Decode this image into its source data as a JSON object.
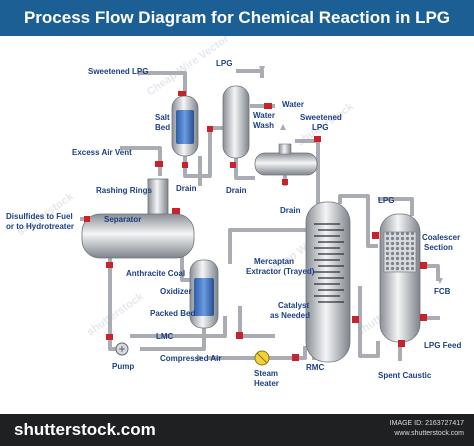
{
  "title": "Process Flow Diagram for Chemical Reaction in LPG",
  "labels": {
    "sweetened_lpg": "Sweetened LPG",
    "lpg_top": "LPG",
    "water": "Water",
    "salt": "Salt",
    "bed": "Bed",
    "water_l": "Water",
    "wash": "Wash",
    "sweetened2": "Sweetened",
    "lpg2": "LPG",
    "excess_air": "Excess Air Vent",
    "drain1": "Drain",
    "drain2": "Drain",
    "drain3": "Drain",
    "rashing": "Rashing Rings",
    "lpg_right": "LPG",
    "disulfides1": "Disulfides to Fuel",
    "disulfides2": "or to Hydrotreater",
    "separator": "Separator",
    "coalescer1": "Coalescer",
    "coalescer2": "Section",
    "anthracite": "Anthracite Coal",
    "mercaptan1": "Mercaptan",
    "mercaptan2": "Extractor (Trayed)",
    "oxidizer": "Oxidizer",
    "fcb": "FCB",
    "catalyst1": "Catalyst",
    "catalyst2": "as Needed",
    "packed": "Packed Bed",
    "lmc": "LMC",
    "lpg_feed": "LPG Feed",
    "compressed": "Compressed Air",
    "pump": "Pump",
    "steam1": "Steam",
    "steam2": "Heater",
    "rmc": "RMC",
    "spent": "Spent Caustic"
  },
  "watermarks": [
    "shutterstock",
    "Cheap Wire Vector"
  ],
  "footer": {
    "logo": "shutterstock.com",
    "image_id": "IMAGE ID: 2163727417",
    "site": "www.shutterstock.com"
  },
  "colors": {
    "title_bg": "#1b5f95",
    "label": "#1c3f84",
    "valve": "#c8232c",
    "pipe": "#a9adb3",
    "bed": "#3f74c2",
    "footer_bg": "#1f2021"
  }
}
